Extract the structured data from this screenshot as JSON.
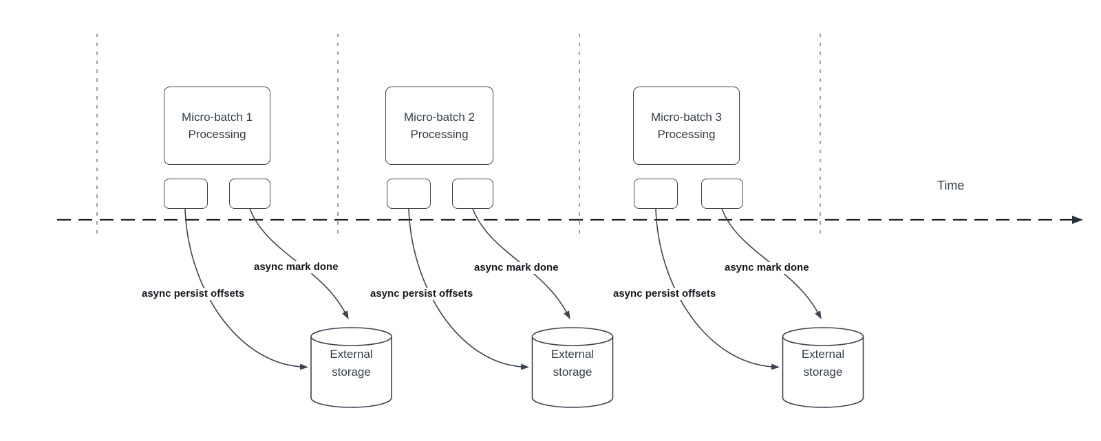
{
  "colors": {
    "stroke": "#3c434f",
    "shape-text": "#343b47",
    "label-text": "#14171d",
    "timeline": "#1d2127",
    "guide": "#9ba1a8",
    "bg": "#ffffff"
  },
  "timeline": {
    "label": "Time"
  },
  "sections": [
    {
      "processing_label": "Micro-batch 1\nProcessing",
      "persist_label": "async persist offsets",
      "mark_done_label": "async mark done",
      "storage_label": "External\nstorage"
    },
    {
      "processing_label": "Micro-batch 2\nProcessing",
      "persist_label": "async persist offsets",
      "mark_done_label": "async mark done",
      "storage_label": "External\nstorage"
    },
    {
      "processing_label": "Micro-batch 3\nProcessing",
      "persist_label": "async persist offsets",
      "mark_done_label": "async mark done",
      "storage_label": "External\nstorage"
    }
  ]
}
